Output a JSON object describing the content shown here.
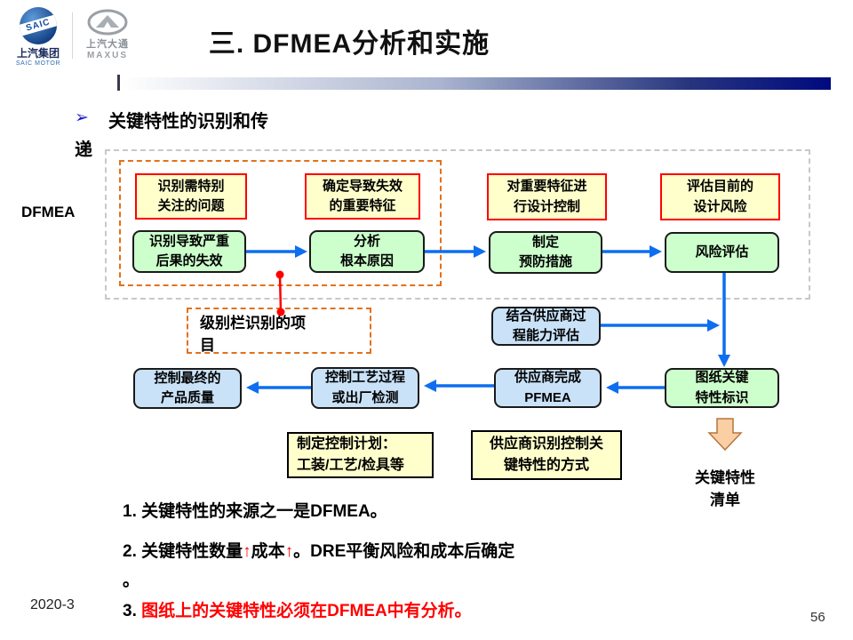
{
  "slide": {
    "title": "三. DFMEA分析和实施"
  },
  "logos": {
    "saic": {
      "badge": "SAIC",
      "cn": "上汽集团",
      "en": "SAIC MOTOR"
    },
    "maxus": {
      "cn": "上汽大通",
      "en": "MAXUS"
    }
  },
  "bullet": {
    "marker": "➢",
    "line1": "关键特性的识别和传",
    "line2": "递"
  },
  "flow": {
    "dfmea_label": "DFMEA",
    "callouts": [
      "识别需特别\n关注的问题",
      "确定导致失效\n的重要特征",
      "对重要特征进\n行设计控制",
      "评估目前的\n设计风险"
    ],
    "steps": [
      "识别导致严重\n后果的失效",
      "分析\n根本原因",
      "制定\n预防措施",
      "风险评估"
    ],
    "level_note": "级别栏识别的项\n目",
    "supplier_eval": "结合供应商过\n程能力评估",
    "drawing_mark": "图纸关键\n特性标识",
    "supplier_pfmea": "供应商完成\nPFMEA",
    "process_control": "控制工艺过程\n或出厂检测",
    "final_quality": "控制最终的\n产品质量",
    "control_plan": "制定控制计划：\n工装/工艺/检具等",
    "supplier_method": "供应商识别控制关\n键特性的方式",
    "kc_list": "关键特性\n清单"
  },
  "notes": {
    "n1": {
      "num": "1.",
      "text": " 关键特性的来源之一是DFMEA。"
    },
    "n2": {
      "num": "2.",
      "t1": " 关键特性数量",
      "up1": "↑",
      "t2": "成本",
      "up2": "↑",
      "t3": "。DRE平衡风险和成本后确定",
      "t4": "。"
    },
    "n3": {
      "num": "3.",
      "text": " 图纸上的关键特性必须在DFMEA中有分析。"
    }
  },
  "footer": {
    "date": "2020-3",
    "page": "56"
  },
  "colors": {
    "arrow_blue": "#0d6ef0",
    "box_green": "#ccffcc",
    "box_blue": "#c9e2f8",
    "box_yellow": "#ffffcc",
    "border_red": "#ff0000",
    "dash_orange": "#e3711a",
    "dash_gray": "#c8c8c8",
    "connector_red": "#ff0000",
    "block_arrow_fill": "#fbcfa4",
    "block_arrow_border": "#b5773d"
  }
}
